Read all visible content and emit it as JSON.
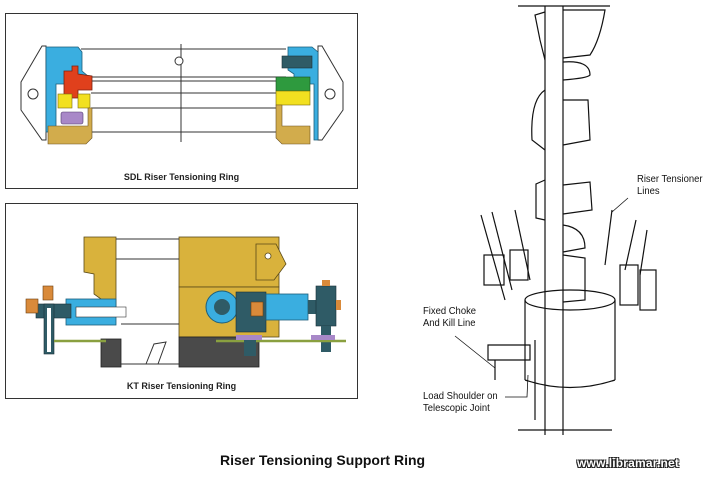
{
  "figure": {
    "title": "Riser Tensioning Support Ring",
    "watermark": "www.libramar.net"
  },
  "panels": [
    {
      "id": "sdl",
      "caption": "SDL Riser Tensioning Ring"
    },
    {
      "id": "kt",
      "caption": "KT Riser Tensioning Ring"
    }
  ],
  "riser_diagram": {
    "labels": {
      "tensioner_lines": [
        "Riser Tensioner",
        "Lines"
      ],
      "choke_kill": [
        "Fixed Choke",
        "And Kill Line"
      ],
      "load_shoulder": [
        "Load Shoulder on",
        "Telescopic Joint"
      ]
    }
  },
  "colors": {
    "blue": "#3aaee0",
    "red": "#e0401c",
    "yellow": "#f2e020",
    "green": "#2e9a3e",
    "tan": "#d2ac4c",
    "purple": "#a888c8",
    "dark_teal": "#2f5b66",
    "gold": "#d9b23c",
    "dark_grey": "#4a4a4a",
    "orange": "#d98a3a"
  }
}
